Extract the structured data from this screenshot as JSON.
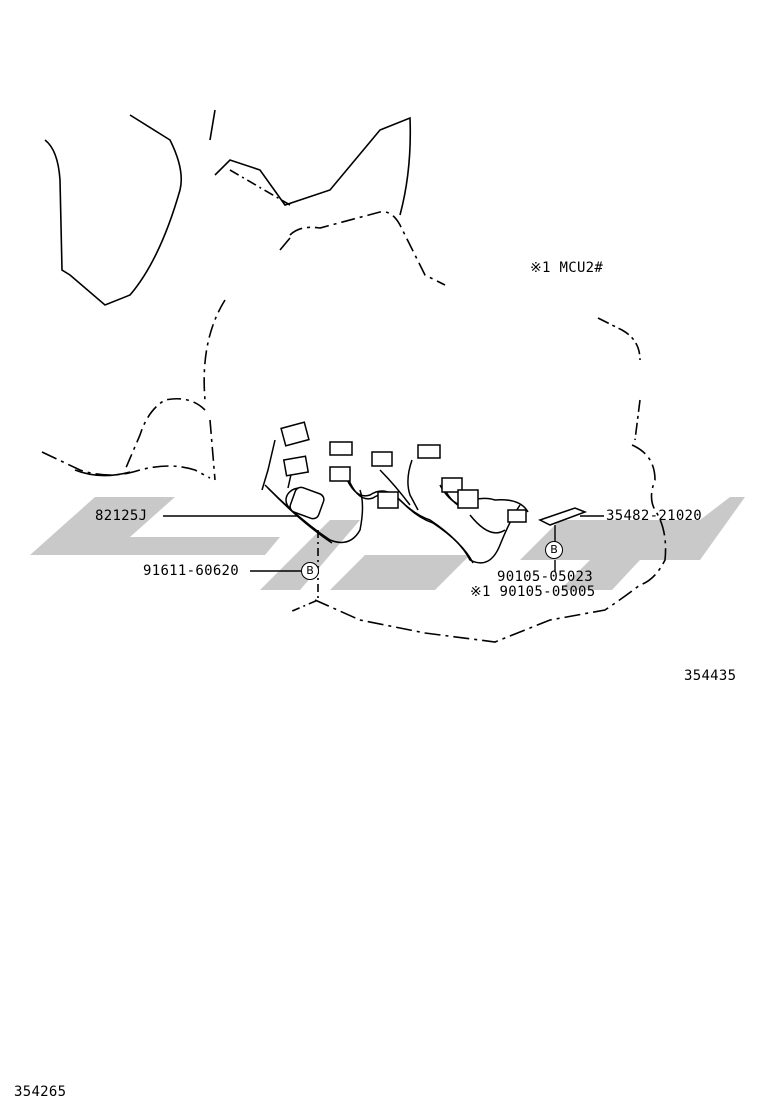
{
  "note": "※1  MCU2#",
  "parts": {
    "sensor": "82125J",
    "clamp_bolt": "91611-60620",
    "bracket": "35482-21020",
    "bolt_a": "90105-05023",
    "bolt_b": "※1 90105-05005"
  },
  "markers": {
    "b1": "B",
    "b2": "B"
  },
  "illustration_code": "354435",
  "page_code": "354265",
  "watermark": {
    "color": "#c8c8c8"
  }
}
